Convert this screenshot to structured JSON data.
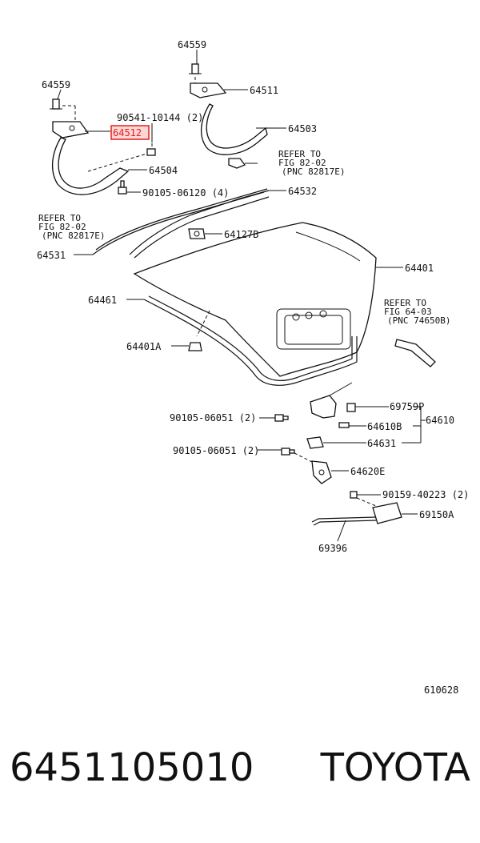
{
  "callouts": [
    {
      "id": "64559a",
      "text": "64559"
    },
    {
      "id": "64559b",
      "text": "64559"
    },
    {
      "id": "64511",
      "text": "64511"
    },
    {
      "id": "90541",
      "text": "90541-10144 (2)"
    },
    {
      "id": "64512",
      "text": "64512",
      "highlighted": true
    },
    {
      "id": "64503",
      "text": "64503"
    },
    {
      "id": "64504",
      "text": "64504"
    },
    {
      "id": "90105a",
      "text": "90105-06120 (4)"
    },
    {
      "id": "64532",
      "text": "64532"
    },
    {
      "id": "64127B",
      "text": "64127B"
    },
    {
      "id": "64531",
      "text": "64531"
    },
    {
      "id": "64401",
      "text": "64401"
    },
    {
      "id": "64461",
      "text": "64461"
    },
    {
      "id": "64401A",
      "text": "64401A"
    },
    {
      "id": "69759P",
      "text": "69759P"
    },
    {
      "id": "64610",
      "text": "64610"
    },
    {
      "id": "90105b",
      "text": "90105-06051 (2)"
    },
    {
      "id": "64610B",
      "text": "64610B"
    },
    {
      "id": "64631",
      "text": "64631"
    },
    {
      "id": "90105c",
      "text": "90105-06051 (2)"
    },
    {
      "id": "64620E",
      "text": "64620E"
    },
    {
      "id": "90159",
      "text": "90159-40223 (2)"
    },
    {
      "id": "69150A",
      "text": "69150A"
    },
    {
      "id": "69396",
      "text": "69396"
    }
  ],
  "references": [
    {
      "id": "ref1",
      "lines": [
        "REFER TO",
        "FIG 82-02",
        "(PNC 82817E)"
      ]
    },
    {
      "id": "ref2",
      "lines": [
        "REFER TO",
        "FIG 82-02",
        "(PNC 82817E)"
      ]
    },
    {
      "id": "ref3",
      "lines": [
        "REFER TO",
        "FIG 64-03",
        "(PNC 74650B)"
      ]
    }
  ],
  "diagram_code": "610628",
  "footer": {
    "part_number": "6451105010",
    "brand": "TOYOTA"
  },
  "colors": {
    "highlight_border": "#e0201f",
    "highlight_fill": "#ffd6d6",
    "line": "#111111"
  }
}
